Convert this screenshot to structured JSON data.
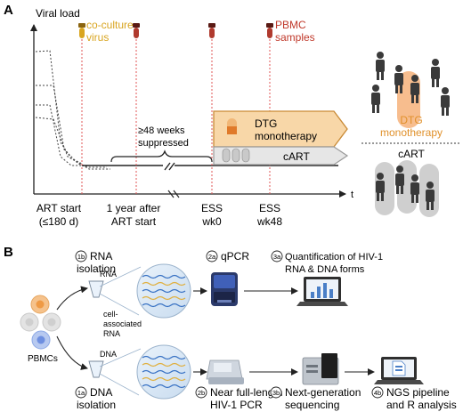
{
  "panel_a": {
    "letter": "A",
    "y_axis_label": "Viral load",
    "x_axis_label": "t",
    "sample_labels": {
      "coculture": [
        "co-culture",
        "virus"
      ],
      "pbmc": [
        "PBMC",
        "samples"
      ]
    },
    "suppressed_label": [
      "≥48 weeks",
      "suppressed"
    ],
    "dtg_bar_label": [
      "DTG",
      "monotherapy"
    ],
    "cart_bar_label": "cART",
    "timepoints": [
      {
        "line1": "ART start",
        "line2": "(≤180 d)"
      },
      {
        "line1": "1 year after",
        "line2": "ART start"
      },
      {
        "line1": "ESS",
        "line2": "wk0"
      },
      {
        "line1": "ESS",
        "line2": "wk48"
      }
    ],
    "legend_dtg_label": [
      "DTG",
      "monotherapy"
    ],
    "legend_cart_label": "cART"
  },
  "panel_b": {
    "letter": "B",
    "pbmc_label": "PBMCs",
    "rna_branch_label": "RNA",
    "dna_branch_label": "DNA",
    "cell_associated_label": [
      "cell-",
      "associated",
      "RNA"
    ],
    "steps": {
      "rna_isolation": {
        "badge": "1b",
        "lines": [
          "RNA",
          "isolation"
        ]
      },
      "dna_isolation": {
        "badge": "1a",
        "lines": [
          "DNA",
          "isolation"
        ]
      },
      "qpcr": {
        "badge": "2a",
        "lines": [
          "qPCR"
        ]
      },
      "nfl_pcr": {
        "badge": "2b",
        "lines": [
          "Near full-length",
          "HIV-1 PCR"
        ]
      },
      "quantification": {
        "badge": "3a",
        "lines": [
          "Quantification of HIV-1",
          "RNA & DNA forms"
        ]
      },
      "ngs": {
        "badge": "3b",
        "lines": [
          "Next-generation",
          "sequencing"
        ]
      },
      "pipeline": {
        "badge": "4b",
        "lines": [
          "NGS pipeline",
          "and R analysis"
        ]
      }
    }
  },
  "colors": {
    "coculture": "#d9a520",
    "pbmc": "#c0392b",
    "dtg_fill": "#f8d7a8",
    "dtg_stroke": "#c98a35",
    "dtg_text": "#e0902a",
    "cart_fill": "#e6e6e6",
    "cart_stroke": "#9a9a9a",
    "wave_blue": "#3a73c4",
    "wave_yellow": "#e0b040"
  }
}
